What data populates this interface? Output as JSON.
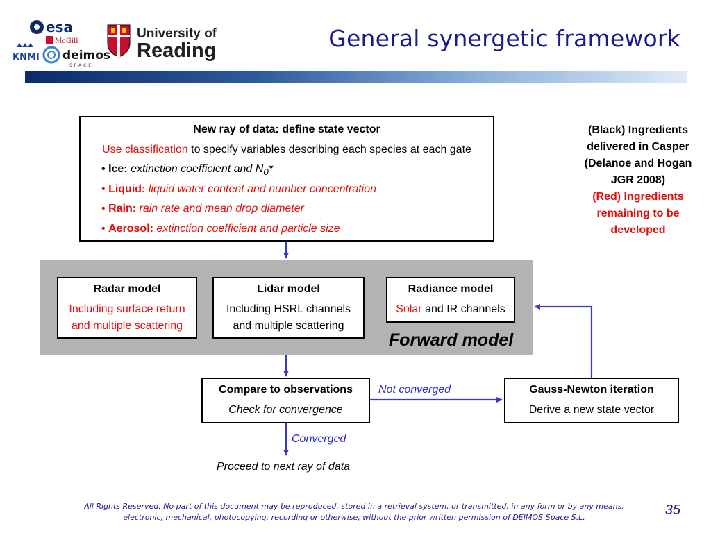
{
  "slide": {
    "title": "General synergetic framework",
    "page_number": "35",
    "footer": "All Rights Reserved. No part of this document may be reproduced, stored in a retrieval system, or transmitted, in any form or by any means, electronic, mechanical, photocopying, recording or otherwise, without the prior written permission of DEIMOS Space S.L."
  },
  "logos": {
    "esa": "esa",
    "mcgill": "McGill",
    "knmi": "KNMI",
    "deimos": "deimos",
    "deimos_sub": "SPACE",
    "reading_line1": "University of",
    "reading_line2": "Reading"
  },
  "state_box": {
    "title": "New ray of data: define state vector",
    "use_classification": "Use classification",
    "use_classification_rest": " to specify variables describing each species at each gate",
    "ice_label": "Ice:",
    "ice_text": " extinction coefficient and N",
    "ice_sub": "0",
    "ice_tail": "*",
    "liquid_label": "Liquid:",
    "liquid_text": " liquid water content and number concentration",
    "rain_label": "Rain:",
    "rain_text": " rain rate and mean drop diameter",
    "aerosol_label": "Aerosol:",
    "aerosol_text": " extinction coefficient and particle size",
    "bullet": "•"
  },
  "forward_model": {
    "label": "Forward model",
    "radar": {
      "title": "Radar model",
      "line1": "Including surface return",
      "line2": "and multiple scattering"
    },
    "lidar": {
      "title": "Lidar model",
      "line1": "Including HSRL channels",
      "line2": "and multiple scattering"
    },
    "radiance": {
      "title": "Radiance model",
      "solar": "Solar",
      "rest": " and IR channels"
    }
  },
  "compare": {
    "title": "Compare to observations",
    "subtitle": "Check for convergence"
  },
  "gauss": {
    "title": "Gauss-Newton iteration",
    "subtitle": "Derive a new state vector"
  },
  "edges": {
    "not_converged": "Not converged",
    "converged": "Converged",
    "proceed": "Proceed to next ray of data"
  },
  "legend": {
    "black_line1": "(Black) Ingredients",
    "black_line2": "delivered in Casper",
    "black_line3": "(Delanoe and Hogan",
    "black_line4": "JGR 2008)",
    "red_line1": "(Red) Ingredients",
    "red_line2": "remaining to be",
    "red_line3": "developed"
  },
  "colors": {
    "title_blue": "#1a1a8c",
    "arrow_blue": "#3a3ac0",
    "red": "#e01010",
    "panel_grey": "#b3b3b3"
  }
}
